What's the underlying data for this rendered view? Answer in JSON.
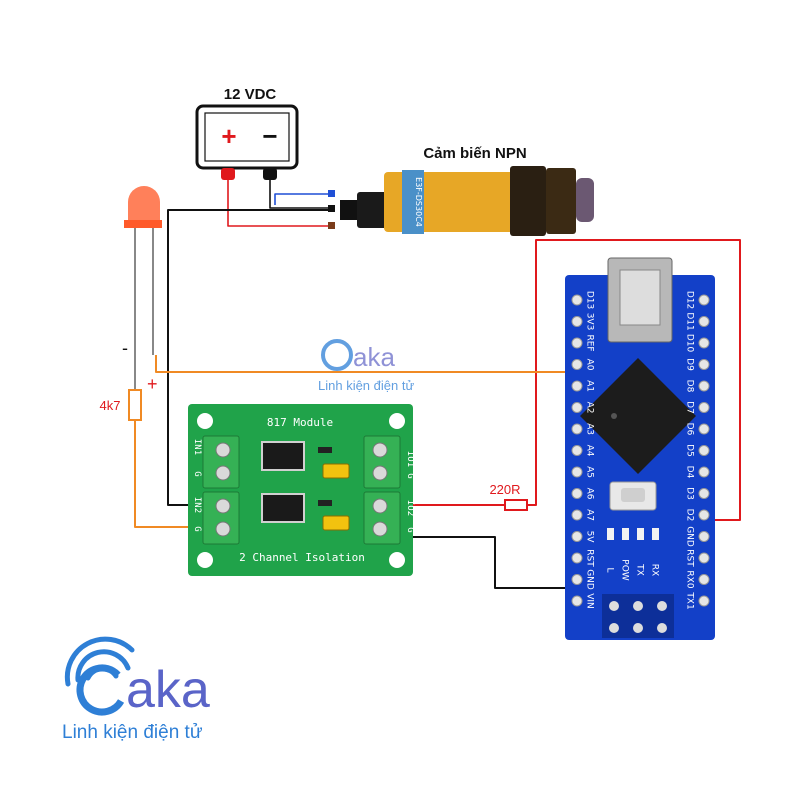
{
  "power": {
    "label": "12 VDC",
    "plus": "+",
    "minus": "−"
  },
  "sensor": {
    "title": "Cảm biến NPN",
    "model": "E3F-DS30C4"
  },
  "led": {
    "minus": "-",
    "plus": "+"
  },
  "resistor_led": "4k7",
  "resistor_d2": "220R",
  "module": {
    "title": "817 Module",
    "subtitle": "2 Channel Isolation",
    "left_top": [
      "IN1",
      "G"
    ],
    "left_bottom": [
      "IN2",
      "G"
    ],
    "right_top": [
      "IO1",
      "G"
    ],
    "right_bottom": [
      "IO2",
      "G"
    ]
  },
  "nano": {
    "top_pins": [
      "D13",
      "3V3",
      "REF",
      "A0",
      "A1",
      "A2",
      "A3",
      "A4",
      "A5",
      "A6",
      "A7",
      "5V",
      "RST",
      "GND",
      "VIN"
    ],
    "bottom_pins": [
      "D12",
      "D11",
      "D10",
      "D9",
      "D8",
      "D7",
      "D6",
      "D5",
      "D4",
      "D3",
      "D2",
      "GND",
      "RST",
      "RX0",
      "TX1"
    ],
    "leds": [
      "L",
      "POW",
      "TX",
      "RX"
    ]
  },
  "watermark_small": {
    "brand": "aka",
    "tagline": "Linh kiện điện tử"
  },
  "watermark_large": {
    "brand": "aka",
    "tagline": "Linh kiện điện tử"
  },
  "colors": {
    "wire_red": "#e0191d",
    "wire_black": "#111111",
    "wire_orange": "#f08a24",
    "wire_blue": "#1f4fd6",
    "module_green": "#20a34a",
    "nano_blue": "#1340c8",
    "brand_blue": "#2e7fd6"
  }
}
